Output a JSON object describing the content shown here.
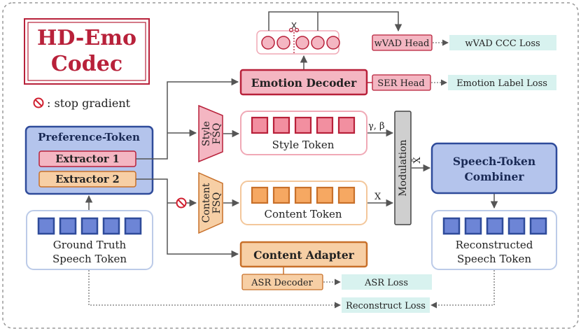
{
  "title": {
    "line1": "HD-Emo",
    "line2": "Codec"
  },
  "legend": {
    "stop_gradient": ": stop gradient"
  },
  "extractor": {
    "title": "Preference-Token",
    "ext1": "Extractor 1",
    "ext2": "Extractor 2"
  },
  "ground_truth": {
    "line1": "Ground Truth",
    "line2": "Speech Token"
  },
  "emotion_decoder": "Emotion Decoder",
  "heads": {
    "wvad_head": "wVAD Head",
    "ser_head": "SER Head",
    "wvad_loss": "wVAD CCC Loss",
    "emotion_loss": "Emotion Label Loss"
  },
  "style": {
    "fsq_1": "Style",
    "fsq_2": "FSQ",
    "token_label": "Style Token",
    "param": "γ, β"
  },
  "content": {
    "fsq_1": "Content",
    "fsq_2": "FSQ",
    "token_label": "Content Token",
    "x": "X"
  },
  "modulation": {
    "label": "Modulation",
    "x_tilde": "X̃"
  },
  "combiner": {
    "line1": "Speech-Token",
    "line2": "Combiner"
  },
  "reconstructed": {
    "line1": "Reconstructed",
    "line2": "Speech Token"
  },
  "content_adapter": "Content Adapter",
  "asr": {
    "decoder": "ASR Decoder",
    "loss": "ASR Loss"
  },
  "reconstruct_loss": "Reconstruct Loss",
  "colors": {
    "red_dark": "#b8213a",
    "pink_fill": "#f4b6c2",
    "orange_dark": "#c8702a",
    "orange_fill": "#f7cfa5",
    "blue_dark": "#2f4b9a",
    "blue_fill": "#b4c4ec",
    "teal_fill": "#d8f2ef"
  }
}
